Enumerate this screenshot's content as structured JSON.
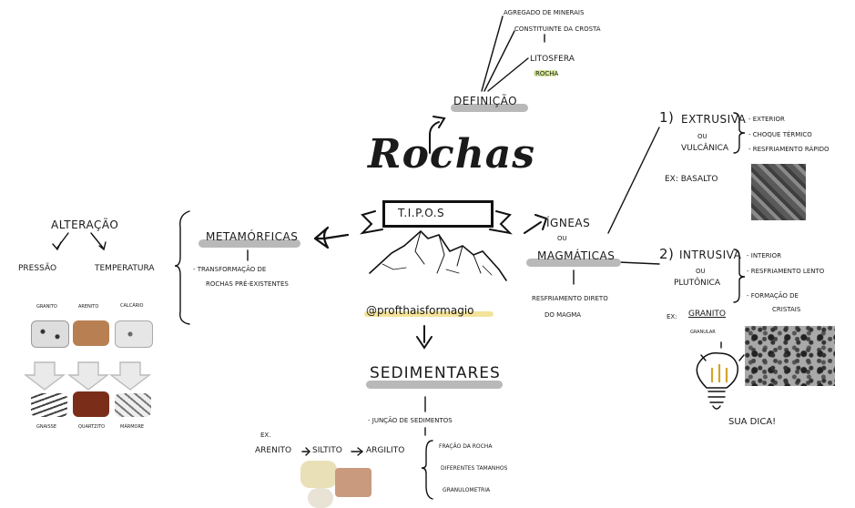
{
  "center": {
    "title": "Rochas",
    "ribbon": "T.I.P.O.S",
    "handle": "@profthaisformagio"
  },
  "definicao": {
    "label": "Definição",
    "line1": "Agregado de minerais",
    "line2": "Constituinte da crosta",
    "line3": "Litosfera",
    "line4": "Rocha"
  },
  "metamorficas": {
    "label": "Metamórficas",
    "desc1": "- Transformação de",
    "desc2": "rochas pré-existentes",
    "alteracao": "Alteração",
    "pressao": "Pressão",
    "temperatura": "Temperatura",
    "top_rocks": [
      "Granito",
      "Arenito",
      "Calcário"
    ],
    "bottom_rocks": [
      "Gnaisse",
      "Quartzito",
      "Mármore"
    ]
  },
  "igneas": {
    "label1": "Ígneas",
    "ou": "ou",
    "label2": "Magmáticas",
    "desc1": "Resfriamento direto",
    "desc2": "do magma",
    "extrusiva": {
      "num": "1)",
      "title": "Extrusiva",
      "ou": "ou",
      "alt": "Vulcânica",
      "bullets": [
        "- Exterior",
        "- Choque térmico",
        "- Resfriamento rápido"
      ],
      "ex": "Ex: Basalto"
    },
    "intrusiva": {
      "num": "2)",
      "title": "Intrusiva",
      "ou": "ou",
      "alt": "Plutônica",
      "bullets": [
        "- Interior",
        "- Resfriamento lento",
        "- Formação de",
        "cristais"
      ],
      "ex": "Ex:",
      "ex_rock": "Granito",
      "ex_sub": "Granular"
    }
  },
  "sedimentares": {
    "label": "Sedimentares",
    "desc": "- Junção de Sedimentos",
    "ex": "Ex.",
    "chain": [
      "Arenito",
      "Siltito",
      "Argilito"
    ],
    "notes": [
      "Fração da rocha",
      "Diferentes tamanhos",
      "Granulometria"
    ]
  },
  "tip": "Sua dica!",
  "colors": {
    "highlight_gray": "#b9b9b9",
    "highlight_yellow": "#f3e39a",
    "highlight_green": "#d6e99c"
  }
}
